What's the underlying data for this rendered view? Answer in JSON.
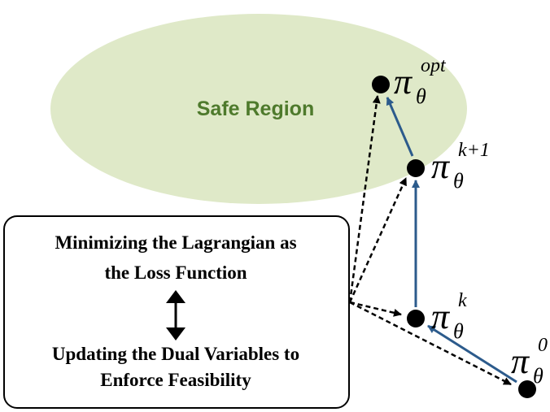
{
  "region": {
    "label": "Safe Region",
    "fill_color": "#dfe9c8",
    "text_color": "#4e7a2c"
  },
  "box": {
    "lines": [
      "Minimizing the Lagrangian as",
      "the Loss Function",
      "Updating the Dual Variables to",
      "Enforce Feasibility"
    ],
    "arrow_icon": "double-vertical-arrow"
  },
  "policies": [
    {
      "id": "opt",
      "base": "π",
      "sub": "θ",
      "sup": "opt"
    },
    {
      "id": "k1",
      "base": "π",
      "sub": "θ",
      "sup": "k+1"
    },
    {
      "id": "k",
      "base": "π",
      "sub": "θ",
      "sup": "k"
    },
    {
      "id": "zero",
      "base": "π",
      "sub": "θ",
      "sup": "0"
    }
  ],
  "colors": {
    "update_arrow": "#2c5b8c",
    "guide_arrow": "#000000",
    "point": "#000000"
  }
}
